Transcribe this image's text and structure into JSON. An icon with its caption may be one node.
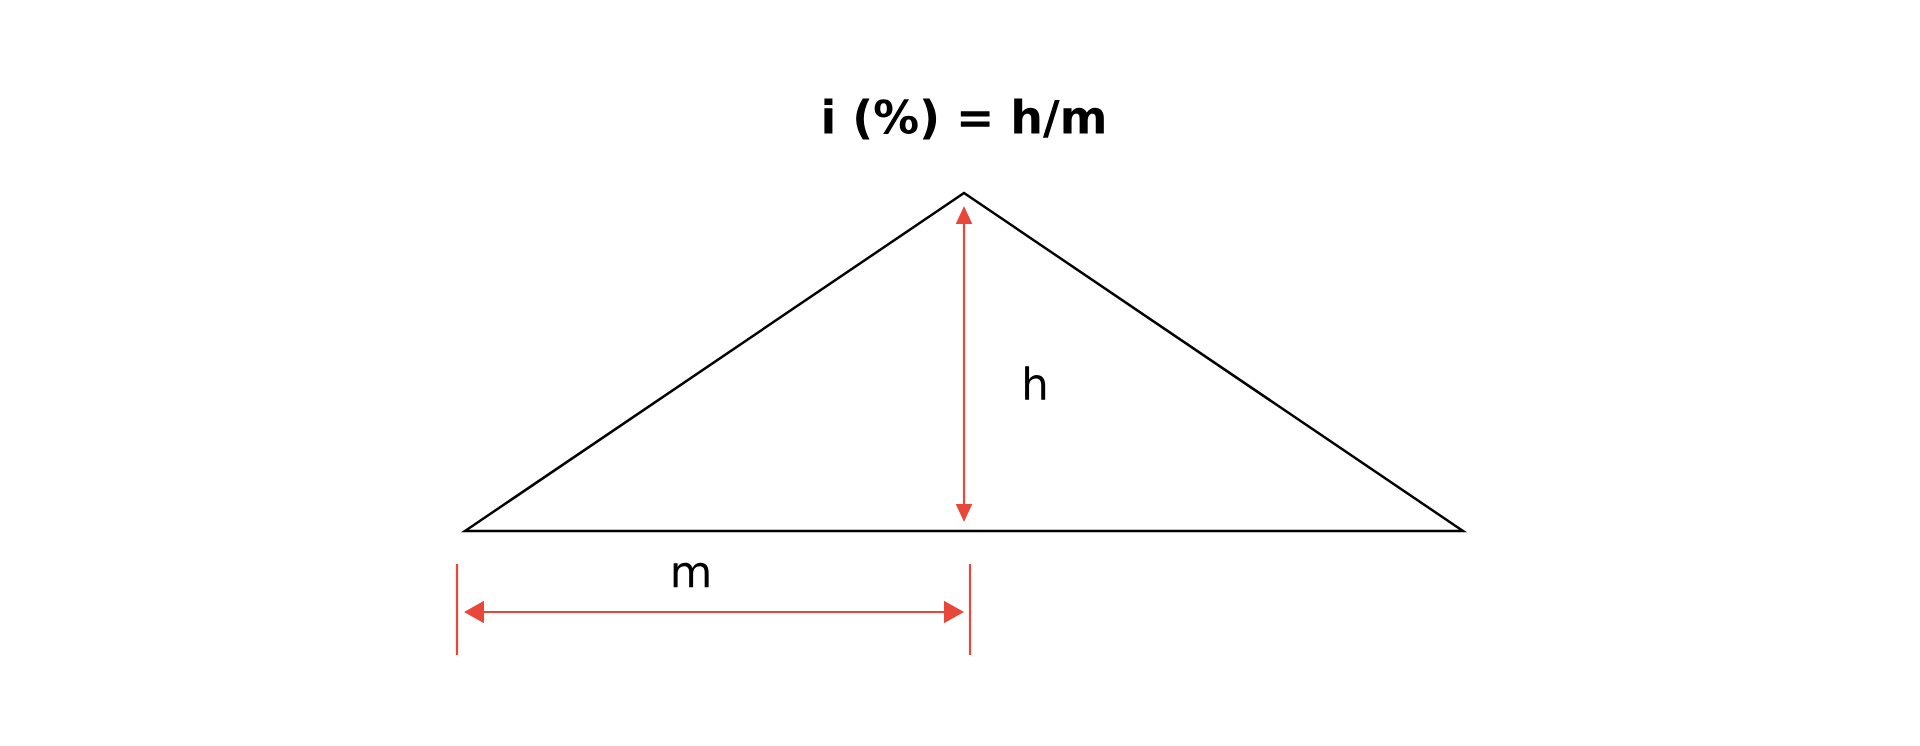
{
  "diagram": {
    "title": "i (%) = h/m",
    "labels": [
      "h",
      "m"
    ]
  }
}
